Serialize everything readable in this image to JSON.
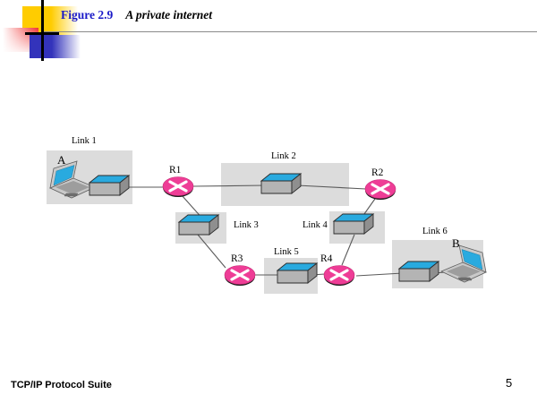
{
  "slide": {
    "title_number": "Figure 2.9",
    "title_caption": "A private internet",
    "footer": "TCP/IP Protocol Suite",
    "page_number": "5"
  },
  "colors": {
    "title_blue": "#1A1AC8",
    "deco_yellow": "#FFCC00",
    "deco_red": "#F03030",
    "deco_blue": "#3333BB",
    "link_box_gray": "#DCDCDC",
    "router_pink": "#EE3D96",
    "switch_top_cyan": "#29AADF",
    "switch_body_gray": "#A8A8A8",
    "wire_gray": "#5a5a5a",
    "laptop_screen": "#29AADF"
  },
  "diagram": {
    "type": "network-topology",
    "links": [
      {
        "id": "link1",
        "label": "Link 1"
      },
      {
        "id": "link2",
        "label": "Link 2"
      },
      {
        "id": "link3",
        "label": "Link 3"
      },
      {
        "id": "link4",
        "label": "Link 4"
      },
      {
        "id": "link5",
        "label": "Link 5"
      },
      {
        "id": "link6",
        "label": "Link 6"
      }
    ],
    "routers": [
      {
        "id": "r1",
        "label": "R1"
      },
      {
        "id": "r2",
        "label": "R2"
      },
      {
        "id": "r3",
        "label": "R3"
      },
      {
        "id": "r4",
        "label": "R4"
      }
    ],
    "hosts": [
      {
        "id": "hostA",
        "label": "A"
      },
      {
        "id": "hostB",
        "label": "B"
      }
    ],
    "switches": [
      {
        "id": "sw1",
        "in_link": "Link 1"
      },
      {
        "id": "sw2",
        "in_link": "Link 2"
      },
      {
        "id": "sw3",
        "in_link": "Link 3"
      },
      {
        "id": "sw4",
        "in_link": "Link 4"
      },
      {
        "id": "sw5",
        "in_link": "Link 5"
      },
      {
        "id": "sw6",
        "in_link": "Link 6"
      }
    ]
  }
}
